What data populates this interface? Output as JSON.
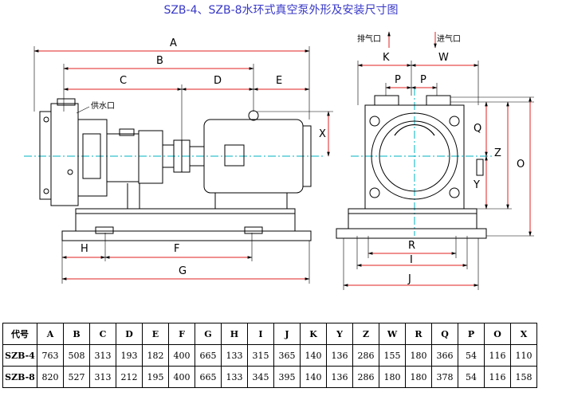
{
  "title": "SZB-4、SZB-8水环式真空泵外形及安装尺寸图",
  "labels": {
    "A": "A",
    "B": "B",
    "C": "C",
    "D": "D",
    "E": "E",
    "F": "F",
    "G": "G",
    "H": "H",
    "X": "X",
    "K": "K",
    "W": "W",
    "P1": "P",
    "P2": "P",
    "Q": "Q",
    "Z": "Z",
    "Y": "Y",
    "O": "O",
    "R": "R",
    "I": "I",
    "J": "J",
    "exhaust": "排气口",
    "suction": "进气口",
    "water_inlet": "供水口"
  },
  "table": {
    "header": [
      "代号",
      "A",
      "B",
      "C",
      "D",
      "E",
      "F",
      "G",
      "H",
      "I",
      "J",
      "K",
      "Y",
      "Z",
      "W",
      "R",
      "Q",
      "P",
      "O",
      "X"
    ],
    "rows": [
      [
        "SZB-4",
        "763",
        "508",
        "313",
        "193",
        "182",
        "400",
        "665",
        "133",
        "315",
        "365",
        "140",
        "136",
        "286",
        "155",
        "180",
        "366",
        "54",
        "116",
        "110"
      ],
      [
        "SZB-8",
        "820",
        "527",
        "313",
        "212",
        "195",
        "400",
        "665",
        "133",
        "345",
        "395",
        "140",
        "136",
        "286",
        "180",
        "180",
        "378",
        "54",
        "116",
        "158"
      ]
    ]
  }
}
